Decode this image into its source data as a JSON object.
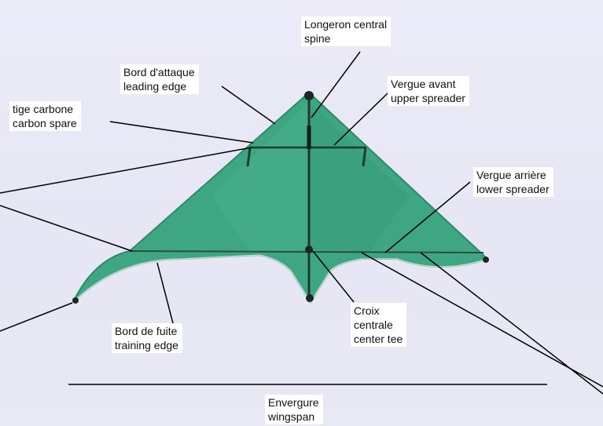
{
  "colors": {
    "background": "#e9e8f5",
    "sail": "#3fa683",
    "sail_dark": "#2f8d6c",
    "frame": "#1a2a22",
    "leader_line": "#000000",
    "label_bg": "#ffffff"
  },
  "labels": {
    "spine": {
      "line1": "Longeron central",
      "line2": "spine"
    },
    "leading_edge": {
      "line1": "Bord d'attaque",
      "line2": "leading edge"
    },
    "upper_spreader": {
      "line1": "Vergue avant",
      "line2": "upper spreader"
    },
    "carbon_spare": {
      "line1": "tige carbone",
      "line2": "carbon spare"
    },
    "lower_spreader": {
      "line1": "Vergue arrière",
      "line2": "lower spreader"
    },
    "center_tee": {
      "line1": "Croix",
      "line2": "centrale",
      "line3": "center tee"
    },
    "trailing_edge": {
      "line1": "Bord de fuite",
      "line2": "training edge"
    },
    "wingspan": {
      "line1": "Envergure",
      "line2": "wingspan"
    }
  }
}
